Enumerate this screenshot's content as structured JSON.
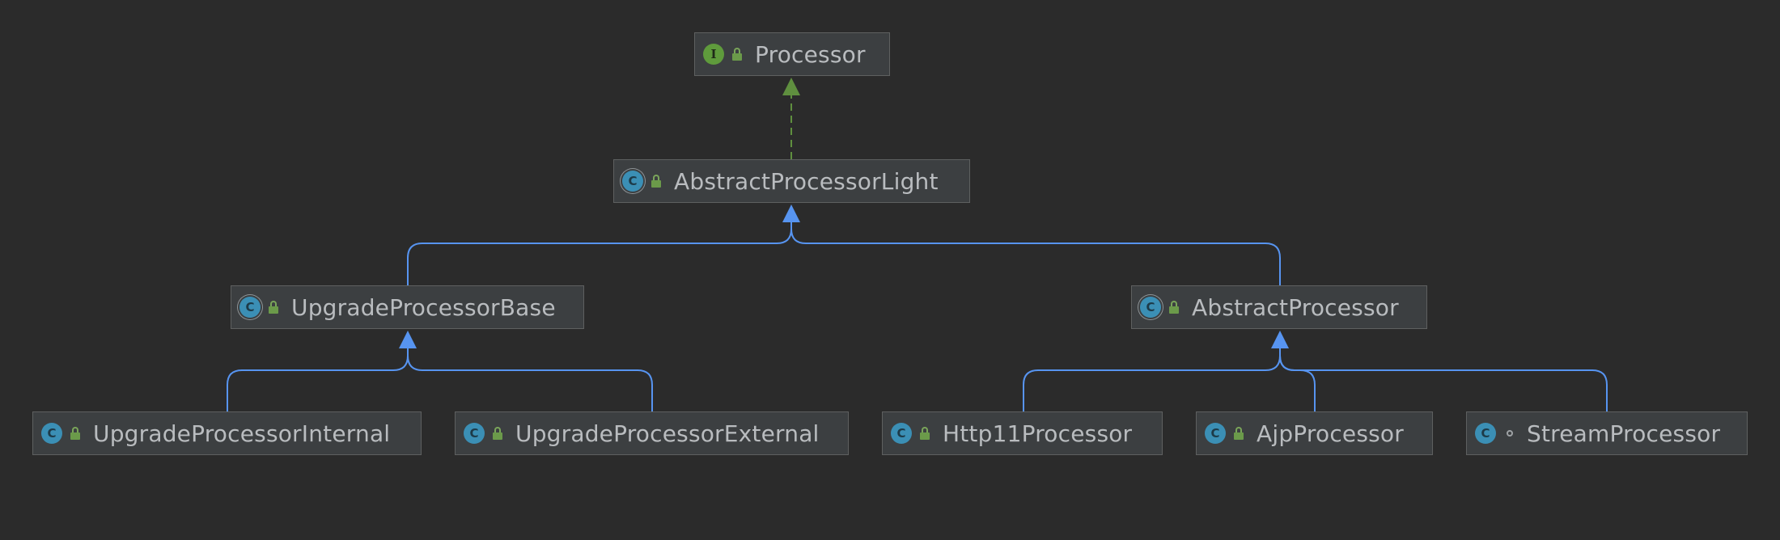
{
  "diagram": {
    "nodes": [
      {
        "id": "processor",
        "label": "Processor",
        "kind": "interface",
        "kind_letter": "I",
        "visibility": "public",
        "icon_name": "interface-icon",
        "visibility_icon_name": "public-lock-icon"
      },
      {
        "id": "abstract-processor-light",
        "label": "AbstractProcessorLight",
        "kind": "abstract",
        "kind_letter": "C",
        "visibility": "public",
        "icon_name": "abstract-class-icon",
        "visibility_icon_name": "public-lock-icon"
      },
      {
        "id": "upgrade-processor-base",
        "label": "UpgradeProcessorBase",
        "kind": "abstract",
        "kind_letter": "C",
        "visibility": "public",
        "icon_name": "abstract-class-icon",
        "visibility_icon_name": "public-lock-icon"
      },
      {
        "id": "abstract-processor",
        "label": "AbstractProcessor",
        "kind": "abstract",
        "kind_letter": "C",
        "visibility": "public",
        "icon_name": "abstract-class-icon",
        "visibility_icon_name": "public-lock-icon"
      },
      {
        "id": "upgrade-processor-internal",
        "label": "UpgradeProcessorInternal",
        "kind": "class",
        "kind_letter": "C",
        "visibility": "public",
        "icon_name": "class-icon",
        "visibility_icon_name": "public-lock-icon"
      },
      {
        "id": "upgrade-processor-external",
        "label": "UpgradeProcessorExternal",
        "kind": "class",
        "kind_letter": "C",
        "visibility": "public",
        "icon_name": "class-icon",
        "visibility_icon_name": "public-lock-icon"
      },
      {
        "id": "http11-processor",
        "label": "Http11Processor",
        "kind": "class",
        "kind_letter": "C",
        "visibility": "public",
        "icon_name": "class-icon",
        "visibility_icon_name": "public-lock-icon"
      },
      {
        "id": "ajp-processor",
        "label": "AjpProcessor",
        "kind": "class",
        "kind_letter": "C",
        "visibility": "public",
        "icon_name": "class-icon",
        "visibility_icon_name": "public-lock-icon"
      },
      {
        "id": "stream-processor",
        "label": "StreamProcessor",
        "kind": "class",
        "kind_letter": "C",
        "visibility": "package",
        "icon_name": "class-icon",
        "visibility_icon_name": "package-private-dot-icon"
      }
    ],
    "edges": [
      {
        "from": "abstract-processor-light",
        "to": "processor",
        "type": "implements"
      },
      {
        "from": "upgrade-processor-base",
        "to": "abstract-processor-light",
        "type": "extends"
      },
      {
        "from": "abstract-processor",
        "to": "abstract-processor-light",
        "type": "extends"
      },
      {
        "from": "upgrade-processor-internal",
        "to": "upgrade-processor-base",
        "type": "extends"
      },
      {
        "from": "upgrade-processor-external",
        "to": "upgrade-processor-base",
        "type": "extends"
      },
      {
        "from": "http11-processor",
        "to": "abstract-processor",
        "type": "extends"
      },
      {
        "from": "ajp-processor",
        "to": "abstract-processor",
        "type": "extends"
      },
      {
        "from": "stream-processor",
        "to": "abstract-processor",
        "type": "extends"
      }
    ],
    "colors": {
      "background": "#2b2b2b",
      "node_fill": "#3c3f41",
      "node_border": "#5e6060",
      "label": "#b9bcbf",
      "implements_edge": "#5f8f3f",
      "extends_edge": "#5794f0",
      "interface_icon": "#5f9b3c",
      "class_icon": "#3b8fb5"
    }
  }
}
